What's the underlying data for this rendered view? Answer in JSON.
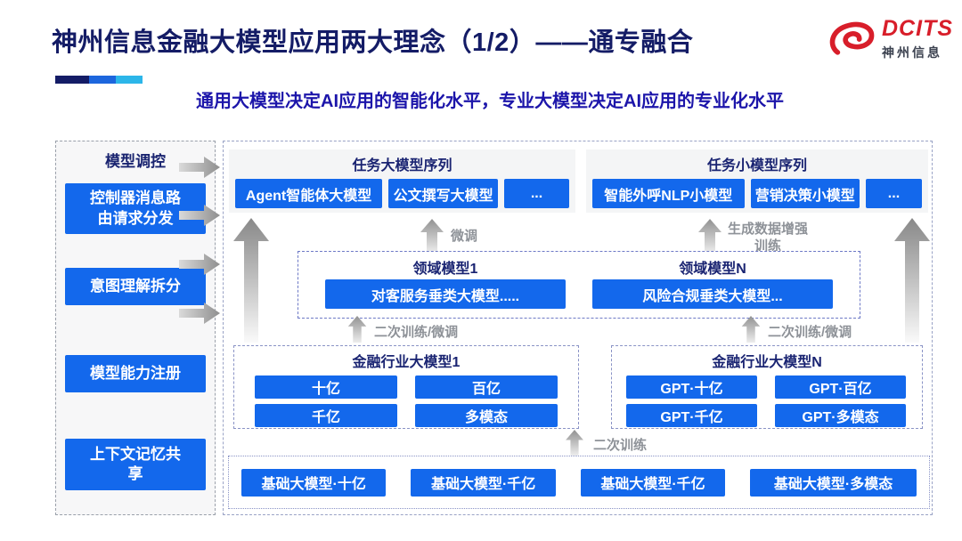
{
  "header": {
    "title": "神州信息金融大模型应用两大理念（1/2）——通专融合",
    "subtitle": "通用大模型决定AI应用的智能化水平，专业大模型决定AI应用的专业化水平",
    "logo": {
      "name": "DCITS",
      "caption": "神州信息"
    }
  },
  "sidebar": {
    "title": "模型调控",
    "items": [
      "控制器消息路由请求分发",
      "意图理解拆分",
      "模型能力注册",
      "上下文记忆共享"
    ]
  },
  "task_large": {
    "title": "任务大模型序列",
    "boxes": [
      "Agent智能体大模型",
      "公文撰写大模型",
      "..."
    ]
  },
  "task_small": {
    "title": "任务小模型序列",
    "boxes": [
      "智能外呼NLP小模型",
      "营销决策小模型",
      "..."
    ]
  },
  "domain_models": {
    "col1": {
      "title": "领域模型1",
      "box": "对客服务垂类大模型....."
    },
    "colN": {
      "title": "领域模型N",
      "box": "风险合规垂类大模型..."
    }
  },
  "industry1": {
    "title": "金融行业大模型1",
    "boxes": [
      "十亿",
      "百亿",
      "千亿",
      "多模态"
    ]
  },
  "industryN": {
    "title": "金融行业大模型N",
    "boxes": [
      "GPT·十亿",
      "GPT·百亿",
      "GPT·千亿",
      "GPT·多模态"
    ]
  },
  "foundation": {
    "boxes": [
      "基础大模型·十亿",
      "基础大模型·千亿",
      "基础大模型·千亿",
      "基础大模型·多模态"
    ]
  },
  "arrow_labels": {
    "fine_tune": "微调",
    "gen_data_train": "生成数据增强训练",
    "secondary_left": "二次训练/微调",
    "secondary_right": "二次训练/微调",
    "secondary_train": "二次训练"
  },
  "colors": {
    "accent_blue": "#1368ec",
    "navy": "#141c66",
    "subtitle_blue": "#1c15aa",
    "logo_red": "#d81e2a"
  }
}
